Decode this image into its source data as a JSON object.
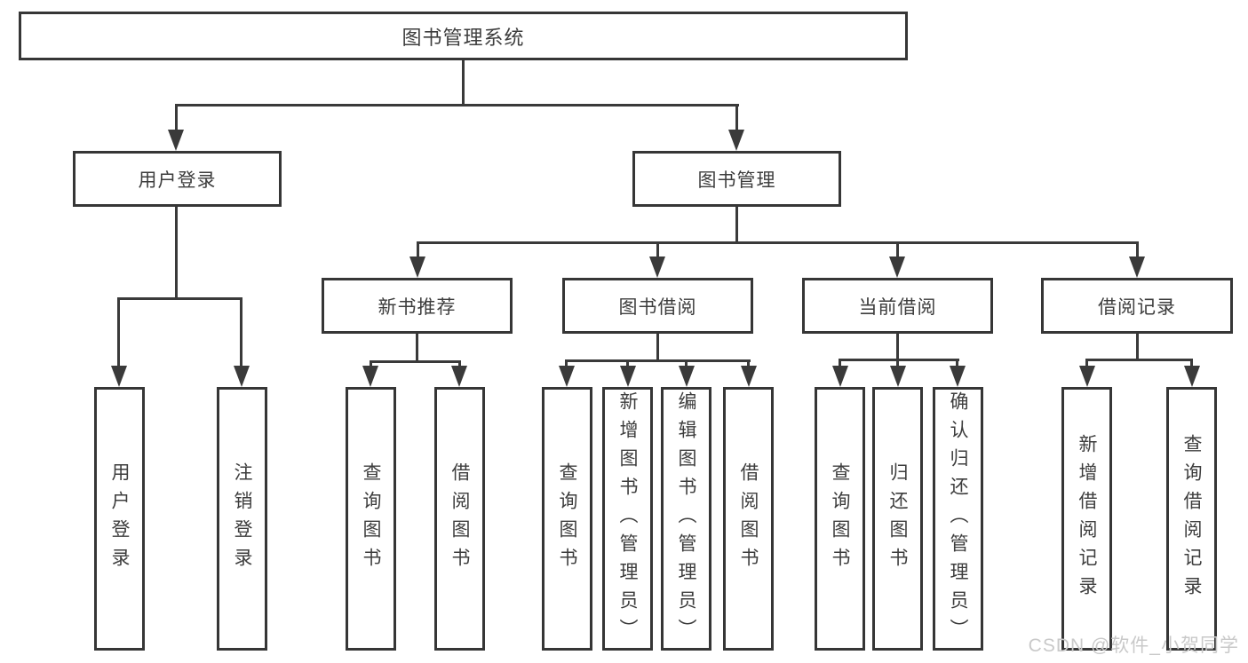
{
  "diagram": {
    "type": "tree",
    "root": {
      "label": "图书管理系统"
    },
    "branches": [
      {
        "label": "用户登录",
        "children": [
          {
            "label": "用户登录"
          },
          {
            "label": "注销登录"
          }
        ]
      },
      {
        "label": "图书管理",
        "children": [
          {
            "label": "新书推荐",
            "children": [
              {
                "label": "查询图书"
              },
              {
                "label": "借阅图书"
              }
            ]
          },
          {
            "label": "图书借阅",
            "children": [
              {
                "label": "查询图书"
              },
              {
                "label": "新增图书（管理员）"
              },
              {
                "label": "编辑图书（管理员）"
              },
              {
                "label": "借阅图书"
              }
            ]
          },
          {
            "label": "当前借阅",
            "children": [
              {
                "label": "查询图书"
              },
              {
                "label": "归还图书"
              },
              {
                "label": "确认归还（管理员）"
              }
            ]
          },
          {
            "label": "借阅记录",
            "children": [
              {
                "label": "新增借阅记录"
              },
              {
                "label": "查询借阅记录"
              }
            ]
          }
        ]
      }
    ],
    "colors": {
      "line": "#3a3a3a",
      "border": "#363636",
      "text": "#3d3d3d",
      "watermark": "#c9c9c9",
      "background": "#ffffff"
    }
  },
  "watermark": {
    "text": "CSDN @软件_小贺同学"
  }
}
